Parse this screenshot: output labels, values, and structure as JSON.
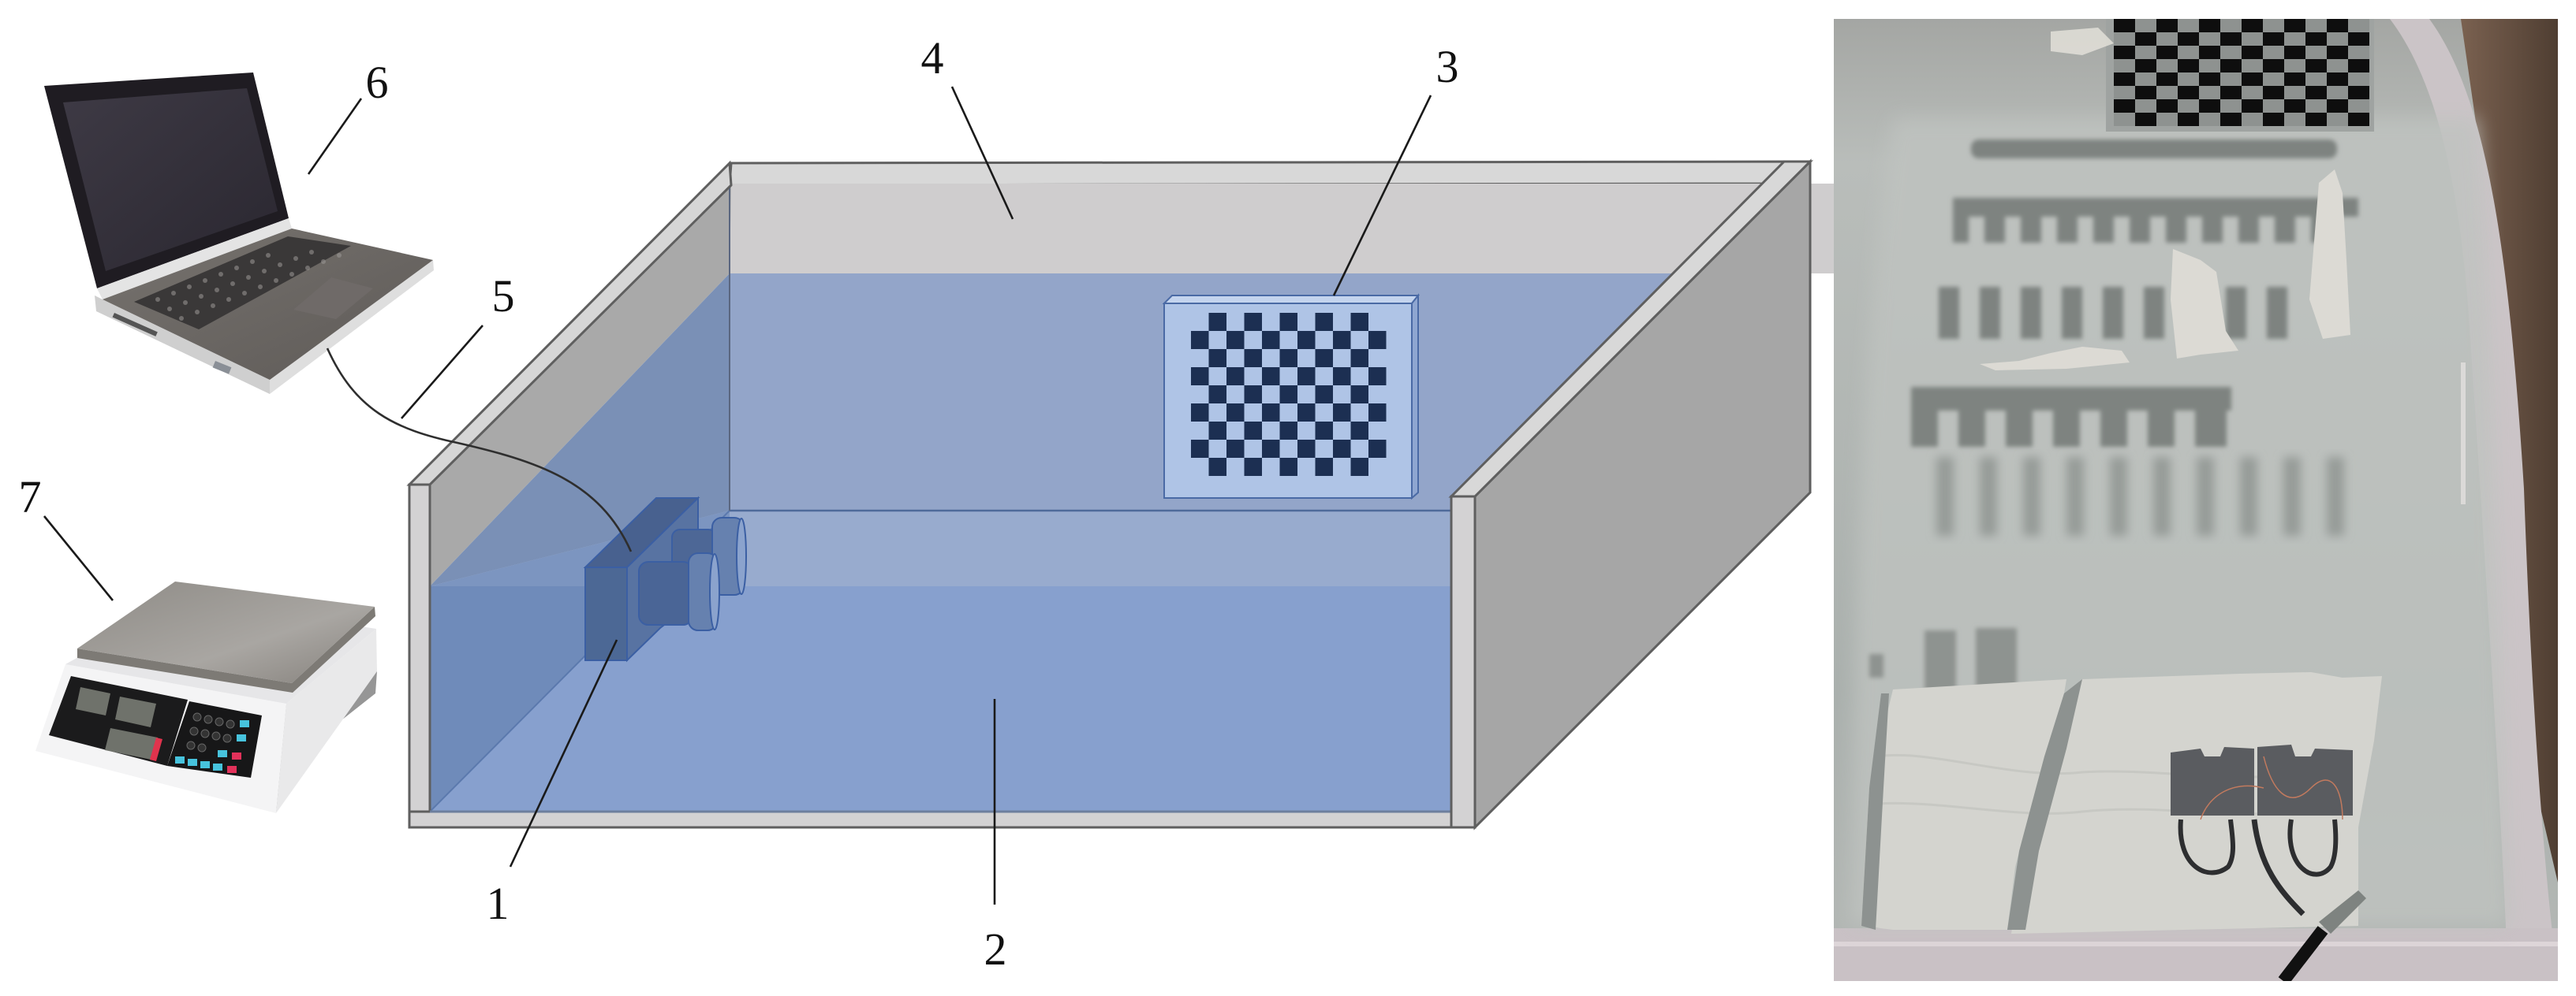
{
  "figure": {
    "type": "experimental-setup-schematic-with-photo",
    "panels": [
      "schematic",
      "photo"
    ]
  },
  "callouts": [
    {
      "id": "1",
      "label": "1",
      "target": "underwater camera"
    },
    {
      "id": "2",
      "label": "2",
      "target": "water in tank"
    },
    {
      "id": "3",
      "label": "3",
      "target": "checkerboard calibration board"
    },
    {
      "id": "4",
      "label": "4",
      "target": "water tank"
    },
    {
      "id": "5",
      "label": "5",
      "target": "cable"
    },
    {
      "id": "6",
      "label": "6",
      "target": "laptop computer"
    },
    {
      "id": "7",
      "label": "7",
      "target": "electronic scale"
    }
  ],
  "schematic": {
    "checkerboard": {
      "rows": 9,
      "cols": 11
    },
    "colors": {
      "tank_rim": "#D3D2D3",
      "tank_back_wall": "#CFCDCE",
      "tank_side_outer": "#A6A6A6",
      "tank_left_inner": "#A9A9A9",
      "water_back": "#93A5C9",
      "water_floor": "#87A0CE",
      "water_left": "#7A90B6",
      "water_left_low": "#6F8BBA",
      "camera_body": "#4C6895",
      "checker_board": "#AFC4E6",
      "checker_dark": "#1C2F52"
    }
  },
  "photo": {
    "checkerboard": {
      "rows": 8,
      "cols": 12
    },
    "colors": {
      "water": "#A8ADA9",
      "floor_light": "#C2C6C3",
      "pattern_dark": "#7E8380",
      "cloth": "#D6D6D1",
      "rim": "#C9C1C5",
      "wood": "#6B5442",
      "sensor": "#55585C"
    }
  }
}
